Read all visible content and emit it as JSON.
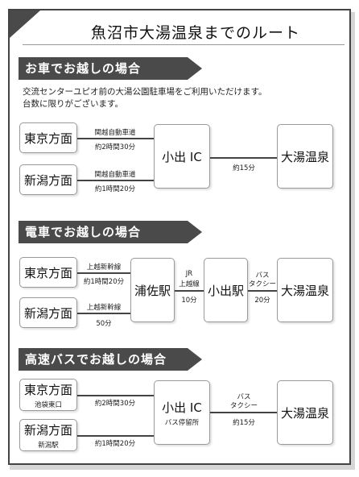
{
  "title": "魚沼市大湯温泉までのルート",
  "car": {
    "heading": "お車でお越しの場合",
    "note_line1": "交流センターユピオ前の大湯公園駐車場をご利用いただけます。",
    "note_line2": "台数に限りがございます。",
    "tokyo": "東京方面",
    "niigata": "新潟方面",
    "tokyo_route": "関越自動車道",
    "tokyo_time": "約2時間30分",
    "niigata_route": "関越自動車道",
    "niigata_time": "約1時間20分",
    "ic": "小出 IC",
    "ic_time": "約15分",
    "dest": "大湯温泉"
  },
  "train": {
    "heading": "電車でお越しの場合",
    "tokyo": "東京方面",
    "niigata": "新潟方面",
    "tokyo_route": "上越新幹線",
    "tokyo_time": "約1時間20分",
    "niigata_route": "上越新幹線",
    "niigata_time": "50分",
    "urasa": "浦佐駅",
    "jr_line1": "JR",
    "jr_line2": "上越線",
    "jr_time": "10分",
    "koide": "小出駅",
    "bus1": "バス",
    "bus2": "タクシー",
    "bus_time": "20分",
    "dest": "大湯温泉"
  },
  "bus": {
    "heading": "高速バスでお越しの場合",
    "tokyo": "東京方面",
    "tokyo_sub": "池袋東口",
    "niigata": "新潟方面",
    "niigata_sub": "新潟駅",
    "tokyo_time": "約2時間30分",
    "niigata_time": "約1時間20分",
    "ic": "小出 IC",
    "ic_sub": "バス停留所",
    "mode1": "バス",
    "mode2": "タクシー",
    "ic_time": "約15分",
    "dest": "大湯温泉"
  }
}
